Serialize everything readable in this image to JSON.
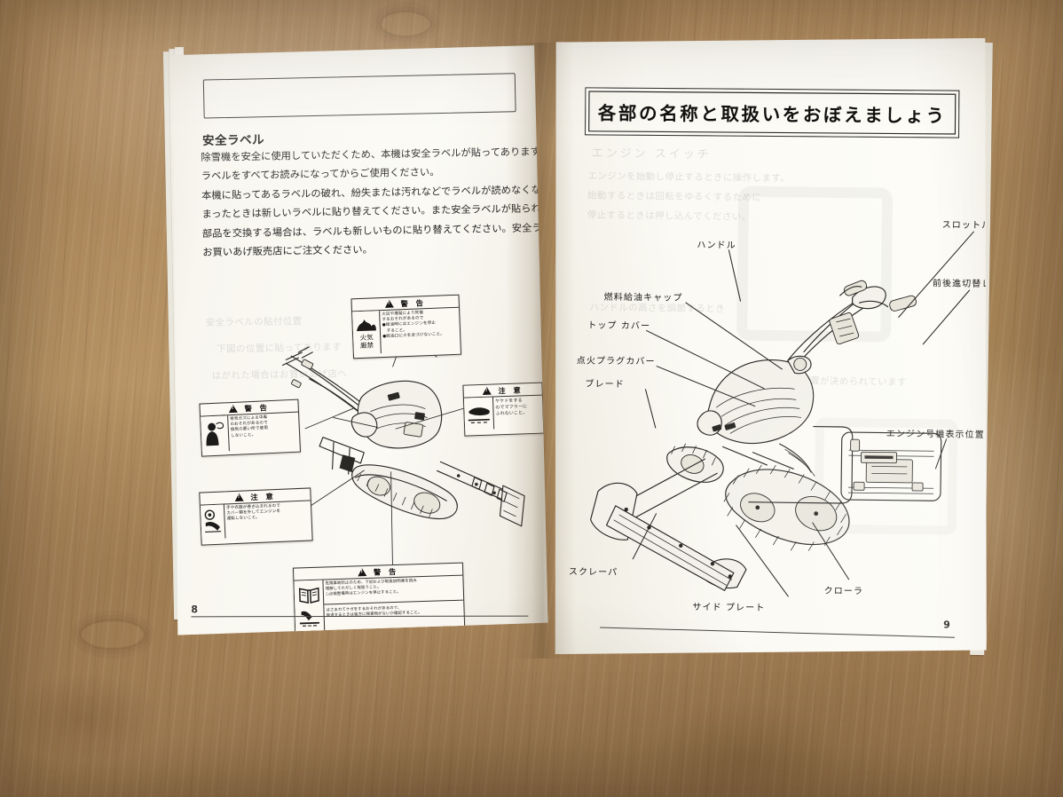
{
  "scene": {
    "subject": "open Japanese snow-thrower owner's manual on a plywood surface",
    "background_color": "#b08b5e",
    "paper_color": "#f9f7f0",
    "ink_color": "#23211f"
  },
  "left_page": {
    "page_number": "8",
    "heading": "安全ラベル",
    "body_lines": [
      "除雪機を安全に使用していただくため、本機は安全ラベルが貼ってあります。安全",
      "ラベルをすべてお読みになってからご使用ください。",
      "本機に貼ってあるラベルの破れ、紛失または汚れなどでラベルが読めなくなってし",
      "まったときは新しいラベルに貼り替えてください。また安全ラベルが貼られている",
      "部品を交換する場合は、ラベルも新しいものに貼り替えてください。安全ラベルは",
      "お買いあげ販売店にご注文ください。"
    ],
    "safety_decals": [
      {
        "id": "fire-explosion-warning",
        "header": "警 告",
        "pictogram": "flame-no-fire-icon",
        "pictogram_caption": "火気\n厳禁",
        "text_lines": [
          "火災や爆発により死傷",
          "するおそれがあるので",
          "●給油時にはエンジンを停止",
          "　すること。",
          "●給油口に火を近づけないこと。"
        ]
      },
      {
        "id": "exhaust-gas-warning",
        "header": "警 告",
        "pictogram": "person-exhaust-gas-icon",
        "text_lines": [
          "排気ガスによる中毒",
          "のおそれがあるので",
          "換気の悪い所で使用",
          "しないこと。"
        ]
      },
      {
        "id": "rotating-parts-caution",
        "header": "注 意",
        "pictogram": "hand-caught-in-belt-icon",
        "text_lines": [
          "手や衣服が巻き込まれるので",
          "カバー類を外してエンジンを",
          "運転しないこと。"
        ]
      },
      {
        "id": "hot-muffler-caution",
        "header": "注 意",
        "pictogram": "hand-hot-surface-icon",
        "text_lines": [
          "ヤケドをする",
          "のでマフラーに",
          "ふれないこと。"
        ]
      },
      {
        "id": "read-manual-warning",
        "header": "警 告",
        "pictogram": "open-manual-book-icon",
        "pictogram_lower": "foot-run-over-icon",
        "text_lines": [
          "危険事故防止のため、下記および取扱説明書を読み",
          "理解してただしく取扱うこと。",
          "○点検整備時はエンジンを停止すること。",
          "はさまれてケガをするおそれがあるので、",
          "後退するときは後方に障害物がないか確認すること。"
        ]
      }
    ],
    "illustration": "snow-thrower-with-safety-label-callouts"
  },
  "right_page": {
    "page_number": "9",
    "title": "各部の名称と取扱いをおぼえましょう",
    "illustration": "snow-thrower-parts-diagram",
    "part_labels": [
      {
        "id": "handle",
        "text": "ハンドル"
      },
      {
        "id": "throttle-lever",
        "text": "スロットル レバー"
      },
      {
        "id": "fwd-rev-lever",
        "text": "前後進切替レバー"
      },
      {
        "id": "fuel-cap",
        "text": "燃料給油キャップ"
      },
      {
        "id": "top-cover",
        "text": "トップ カバー"
      },
      {
        "id": "spark-plug-cover",
        "text": "点火プラグカバー"
      },
      {
        "id": "blade",
        "text": "ブレード"
      },
      {
        "id": "engine-serial",
        "text": "エンジン号機表示位置"
      },
      {
        "id": "scraper",
        "text": "スクレーパ"
      },
      {
        "id": "side-plate",
        "text": "サイド プレート"
      },
      {
        "id": "crawler",
        "text": "クローラ"
      }
    ],
    "ghost_showthrough": [
      "エンジン スイッチ",
      "エンジンを始動し停止するときに操作します。",
      "始動するときは回転をゆるくするために",
      "停止するときは押し込んでください。",
      "ハンドルの高さを調節するとき",
      "セット位置が決められています"
    ]
  }
}
